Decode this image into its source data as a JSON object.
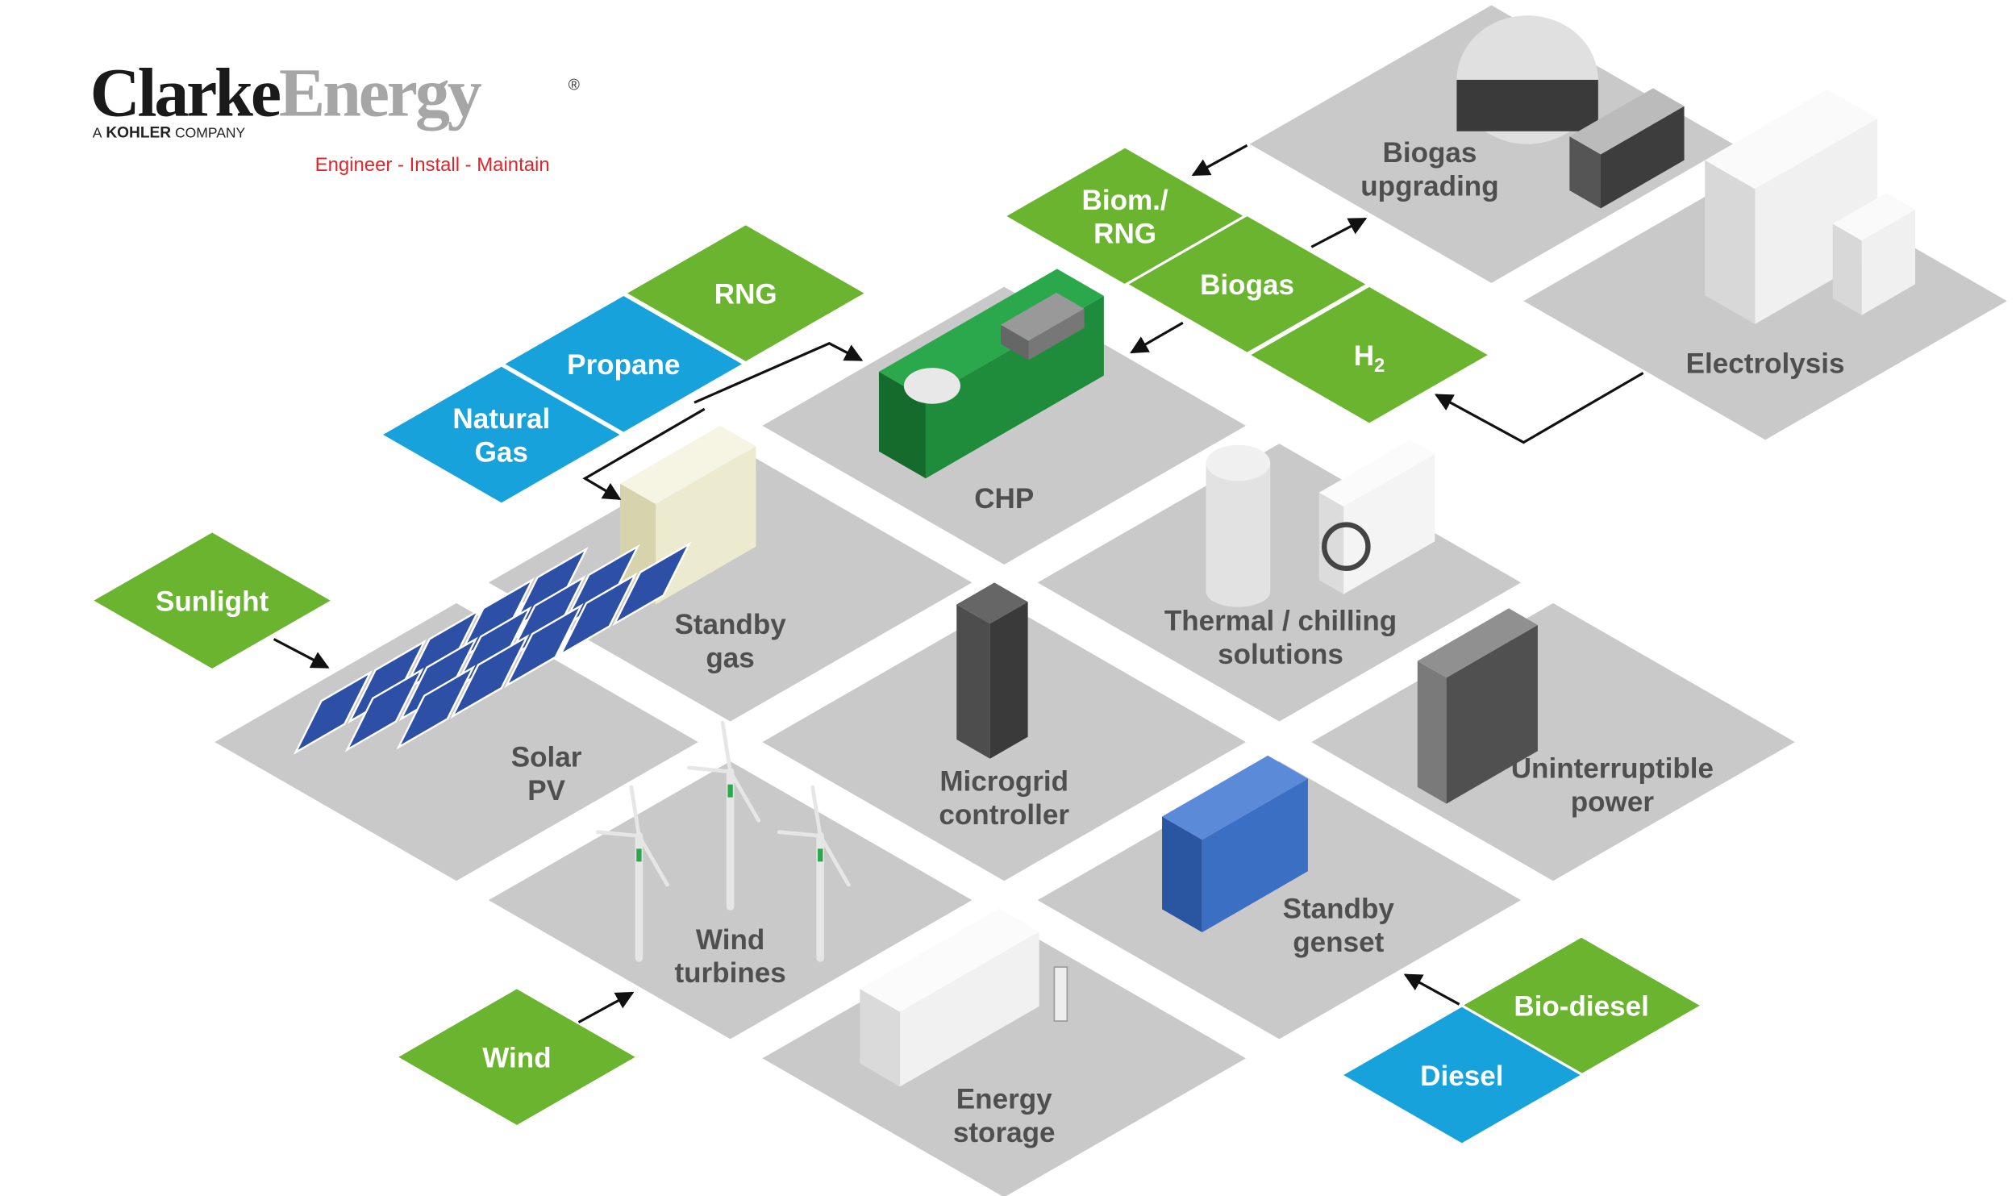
{
  "logo": {
    "clarke": "Clarke",
    "energy": "Energy",
    "registered": "®",
    "parent_prefix": "A",
    "parent_name": "KOHLER",
    "parent_suffix": "COMPANY"
  },
  "tagline": "Engineer - Install - Maintain",
  "colors": {
    "green": "#6bb430",
    "blue": "#17a2dc",
    "tile": "#c9c9c9",
    "label": "#4f4f4f",
    "tagline": "#e0262c",
    "arrow": "#111111"
  },
  "tiles": [
    {
      "id": "chp",
      "lines": [
        "CHP"
      ]
    },
    {
      "id": "standby-gas",
      "lines": [
        "Standby",
        "gas"
      ]
    },
    {
      "id": "thermal",
      "lines": [
        "Thermal / chilling",
        "solutions"
      ]
    },
    {
      "id": "solar-pv",
      "lines": [
        "Solar",
        "PV"
      ]
    },
    {
      "id": "microgrid",
      "lines": [
        "Microgrid",
        "controller"
      ]
    },
    {
      "id": "ups",
      "lines": [
        "Uninterruptible",
        "power"
      ]
    },
    {
      "id": "wind-turbines",
      "lines": [
        "Wind",
        "turbines"
      ]
    },
    {
      "id": "standby-genset",
      "lines": [
        "Standby",
        "genset"
      ]
    },
    {
      "id": "energy-storage",
      "lines": [
        "Energy",
        "storage"
      ]
    },
    {
      "id": "biogas-upgrading",
      "lines": [
        "Biogas",
        "upgrading"
      ]
    },
    {
      "id": "electrolysis",
      "lines": [
        "Electrolysis"
      ]
    }
  ],
  "fuels": [
    {
      "id": "rng",
      "lines": [
        "RNG"
      ],
      "color": "green"
    },
    {
      "id": "propane",
      "lines": [
        "Propane"
      ],
      "color": "blue"
    },
    {
      "id": "natural-gas",
      "lines": [
        "Natural",
        "Gas"
      ],
      "color": "blue"
    },
    {
      "id": "biom-rng",
      "lines": [
        "Biom./",
        "RNG"
      ],
      "color": "green"
    },
    {
      "id": "biogas",
      "lines": [
        "Biogas"
      ],
      "color": "green"
    },
    {
      "id": "h2",
      "lines": [
        "H"
      ],
      "sub": "2",
      "color": "green"
    },
    {
      "id": "sunlight",
      "lines": [
        "Sunlight"
      ],
      "color": "green"
    },
    {
      "id": "wind",
      "lines": [
        "Wind"
      ],
      "color": "green"
    },
    {
      "id": "bio-diesel",
      "lines": [
        "Bio-diesel"
      ],
      "color": "green"
    },
    {
      "id": "diesel",
      "lines": [
        "Diesel"
      ],
      "color": "blue"
    }
  ]
}
